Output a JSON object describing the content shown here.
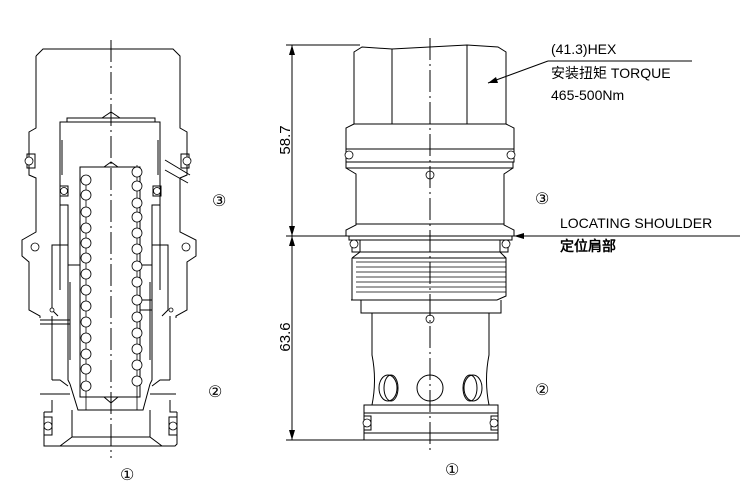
{
  "annotations": {
    "hex": "(41.3)HEX",
    "torque_label": "安装扭矩 TORQUE",
    "torque_value": "465-500Nm",
    "shoulder_en": "LOCATING SHOULDER",
    "shoulder_cn": "定位肩部"
  },
  "dimensions": {
    "upper": "58.7",
    "lower": "63.6"
  },
  "ports": {
    "section_view": [
      "③",
      "②",
      "①"
    ],
    "external_view": [
      "③",
      "②",
      "①"
    ]
  }
}
